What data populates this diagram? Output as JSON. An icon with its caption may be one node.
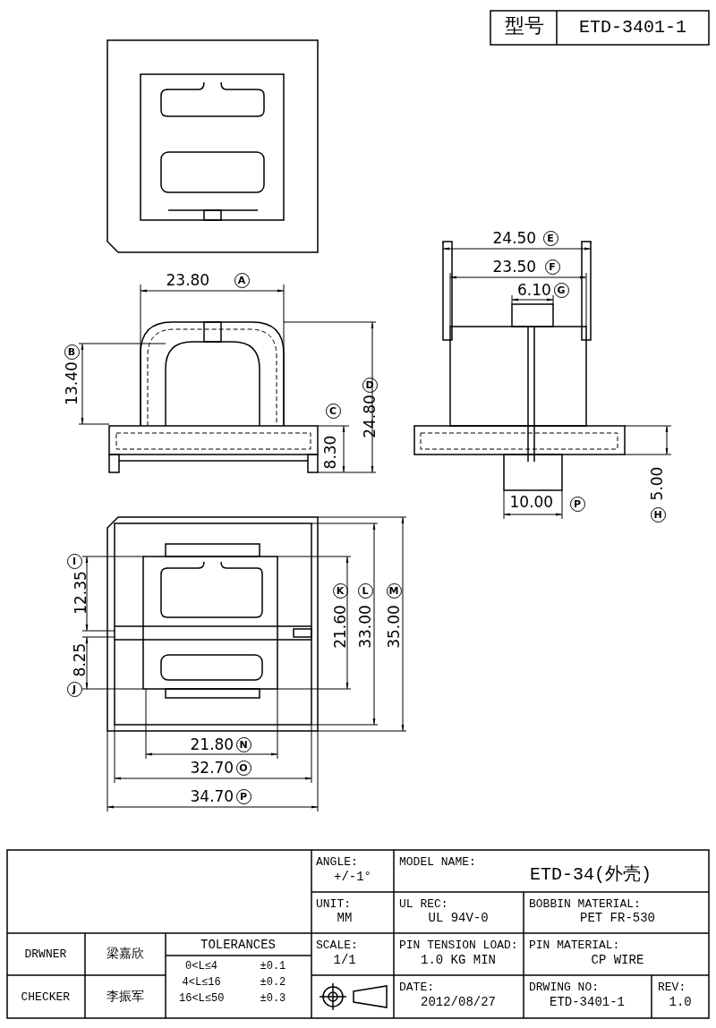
{
  "diagram": {
    "labels": [
      "型号",
      "ETD-3401-1",
      "24.50",
      "E",
      "23.50",
      "F",
      "23.80",
      "A",
      "6.10",
      "G",
      "B",
      "13.40",
      "24.80",
      "D",
      "C",
      "8.30",
      "5.00",
      "10.00",
      "P",
      "H",
      "I",
      "12.35",
      "K",
      "21.60",
      "L",
      "33.00",
      "M",
      "35.00",
      "8.25",
      "J",
      "21.80",
      "N",
      "32.70",
      "O",
      "34.70",
      "P",
      "ANGLE:",
      "+/-1°",
      "MODEL NAME:",
      "ETD-34(外壳)",
      "UNIT:",
      "MM",
      "UL REC:",
      "UL 94V-0",
      "BOBBIN MATERIAL:",
      "PET FR-530",
      "DRWNER",
      "梁嘉欣",
      "TOLERANCES",
      "SCALE:",
      "1/1",
      "PIN TENSION LOAD:",
      "1.0 KG MIN",
      "PIN MATERIAL:",
      "CP WIRE",
      "CHECKER",
      "李振军",
      "0<L≤4",
      "±0.1",
      "4<L≤16",
      "±0.2",
      "16<L≤50",
      "±0.3",
      "DATE:",
      "2012/08/27",
      "DRWING NO:",
      "ETD-3401-1",
      "REV:",
      "1.0"
    ]
  }
}
